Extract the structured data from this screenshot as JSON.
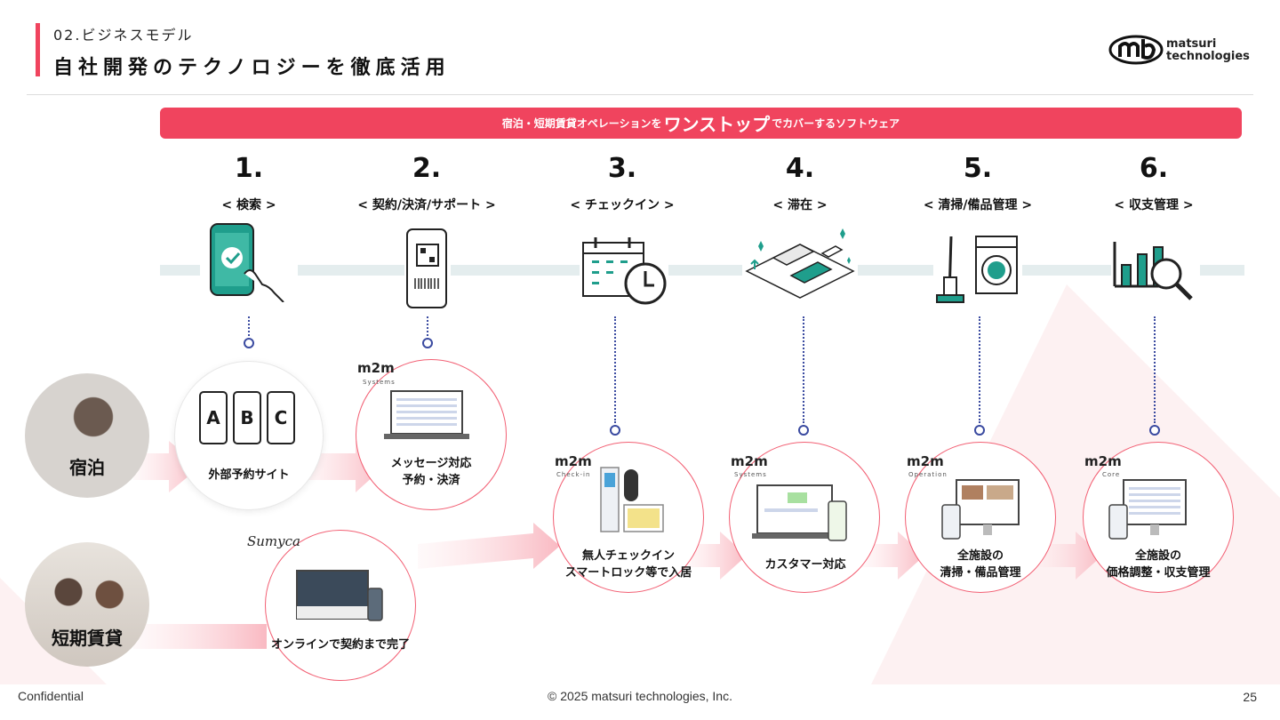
{
  "header": {
    "section": "02.ビジネスモデル",
    "title": "自社開発のテクノロジーを徹底活用",
    "logo_line1": "matsuri",
    "logo_line2": "technologies"
  },
  "banner": {
    "prefix": "宿泊・短期賃貸オペレーションを",
    "highlight": "ワンストップ",
    "suffix": "でカバーするソフトウェア"
  },
  "steps": [
    {
      "num": "1.",
      "label": "< 検索 >"
    },
    {
      "num": "2.",
      "label": "< 契約/決済/サポート >"
    },
    {
      "num": "3.",
      "label": "< チェックイン >"
    },
    {
      "num": "4.",
      "label": "< 滞在 >"
    },
    {
      "num": "5.",
      "label": "< 清掃/備品管理 >"
    },
    {
      "num": "6.",
      "label": "< 収支管理 >"
    }
  ],
  "segments": {
    "lodging": "宿泊",
    "rental": "短期賃貸"
  },
  "abc": [
    "A",
    "B",
    "C"
  ],
  "captions": {
    "external": "外部予約サイト",
    "message_line1": "メッセージ対応",
    "message_line2": "予約・決済",
    "online": "オンラインで契約まで完了",
    "checkin_line1": "無人チェックイン",
    "checkin_line2": "スマートロック等で入居",
    "customer": "カスタマー対応",
    "cleaning_line1": "全施設の",
    "cleaning_line2": "清掃・備品管理",
    "revenue_line1": "全施設の",
    "revenue_line2": "価格調整・収支管理"
  },
  "products": {
    "m2m": "m2m",
    "systems": "Systems",
    "checkin": "Check-in",
    "operation": "Operation",
    "core": "Core",
    "sumyca": "Sumyca"
  },
  "footer": {
    "left": "Confidential",
    "center": "© 2025 matsuri technologies, Inc.",
    "page": "25"
  },
  "colors": {
    "accent": "#f0445e",
    "teal": "#1f9e8c",
    "node_blue": "#3a4aa0"
  }
}
